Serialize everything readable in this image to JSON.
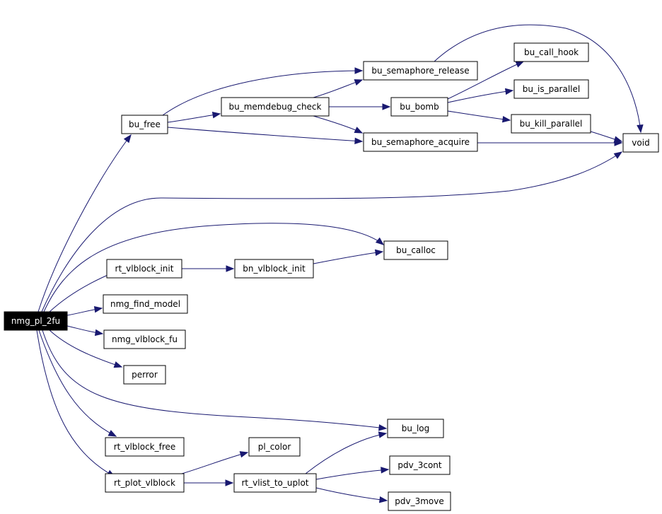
{
  "graph": {
    "root": "nmg_pl_2fu",
    "nodes": [
      {
        "id": "nmg_pl_2fu",
        "label": "nmg_pl_2fu",
        "root": true
      },
      {
        "id": "bu_free",
        "label": "bu_free"
      },
      {
        "id": "bu_memdebug_check",
        "label": "bu_memdebug_check"
      },
      {
        "id": "bu_semaphore_release",
        "label": "bu_semaphore_release"
      },
      {
        "id": "bu_bomb",
        "label": "bu_bomb"
      },
      {
        "id": "bu_semaphore_acquire",
        "label": "bu_semaphore_acquire"
      },
      {
        "id": "bu_call_hook",
        "label": "bu_call_hook"
      },
      {
        "id": "bu_is_parallel",
        "label": "bu_is_parallel"
      },
      {
        "id": "bu_kill_parallel",
        "label": "bu_kill_parallel"
      },
      {
        "id": "void",
        "label": "void"
      },
      {
        "id": "bu_calloc",
        "label": "bu_calloc"
      },
      {
        "id": "rt_vlblock_init",
        "label": "rt_vlblock_init"
      },
      {
        "id": "bn_vlblock_init",
        "label": "bn_vlblock_init"
      },
      {
        "id": "nmg_find_model",
        "label": "nmg_find_model"
      },
      {
        "id": "nmg_vlblock_fu",
        "label": "nmg_vlblock_fu"
      },
      {
        "id": "perror",
        "label": "perror"
      },
      {
        "id": "bu_log",
        "label": "bu_log"
      },
      {
        "id": "rt_vlblock_free",
        "label": "rt_vlblock_free"
      },
      {
        "id": "pl_color",
        "label": "pl_color"
      },
      {
        "id": "rt_plot_vlblock",
        "label": "rt_plot_vlblock"
      },
      {
        "id": "rt_vlist_to_uplot",
        "label": "rt_vlist_to_uplot"
      },
      {
        "id": "pdv_3cont",
        "label": "pdv_3cont"
      },
      {
        "id": "pdv_3move",
        "label": "pdv_3move"
      }
    ],
    "edges": [
      {
        "from": "nmg_pl_2fu",
        "to": "bu_free"
      },
      {
        "from": "nmg_pl_2fu",
        "to": "void"
      },
      {
        "from": "nmg_pl_2fu",
        "to": "bu_calloc"
      },
      {
        "from": "nmg_pl_2fu",
        "to": "rt_vlblock_init"
      },
      {
        "from": "nmg_pl_2fu",
        "to": "nmg_find_model"
      },
      {
        "from": "nmg_pl_2fu",
        "to": "nmg_vlblock_fu"
      },
      {
        "from": "nmg_pl_2fu",
        "to": "perror"
      },
      {
        "from": "nmg_pl_2fu",
        "to": "bu_log"
      },
      {
        "from": "nmg_pl_2fu",
        "to": "rt_vlblock_free"
      },
      {
        "from": "nmg_pl_2fu",
        "to": "rt_plot_vlblock"
      },
      {
        "from": "bu_free",
        "to": "bu_semaphore_release"
      },
      {
        "from": "bu_free",
        "to": "bu_memdebug_check"
      },
      {
        "from": "bu_free",
        "to": "bu_semaphore_acquire"
      },
      {
        "from": "bu_memdebug_check",
        "to": "bu_semaphore_release"
      },
      {
        "from": "bu_memdebug_check",
        "to": "bu_bomb"
      },
      {
        "from": "bu_memdebug_check",
        "to": "bu_semaphore_acquire"
      },
      {
        "from": "bu_semaphore_release",
        "to": "void"
      },
      {
        "from": "bu_bomb",
        "to": "bu_call_hook"
      },
      {
        "from": "bu_bomb",
        "to": "bu_is_parallel"
      },
      {
        "from": "bu_bomb",
        "to": "bu_kill_parallel"
      },
      {
        "from": "bu_kill_parallel",
        "to": "void"
      },
      {
        "from": "bu_semaphore_acquire",
        "to": "void"
      },
      {
        "from": "rt_vlblock_init",
        "to": "bn_vlblock_init"
      },
      {
        "from": "bn_vlblock_init",
        "to": "bu_calloc"
      },
      {
        "from": "rt_plot_vlblock",
        "to": "pl_color"
      },
      {
        "from": "rt_plot_vlblock",
        "to": "rt_vlist_to_uplot"
      },
      {
        "from": "rt_vlist_to_uplot",
        "to": "bu_log"
      },
      {
        "from": "rt_vlist_to_uplot",
        "to": "pdv_3cont"
      },
      {
        "from": "rt_vlist_to_uplot",
        "to": "pdv_3move"
      }
    ],
    "colors": {
      "edge": "#191970",
      "node_border": "#000000",
      "node_fill": "#ffffff",
      "root_fill": "#000000",
      "root_text": "#ffffff"
    }
  }
}
